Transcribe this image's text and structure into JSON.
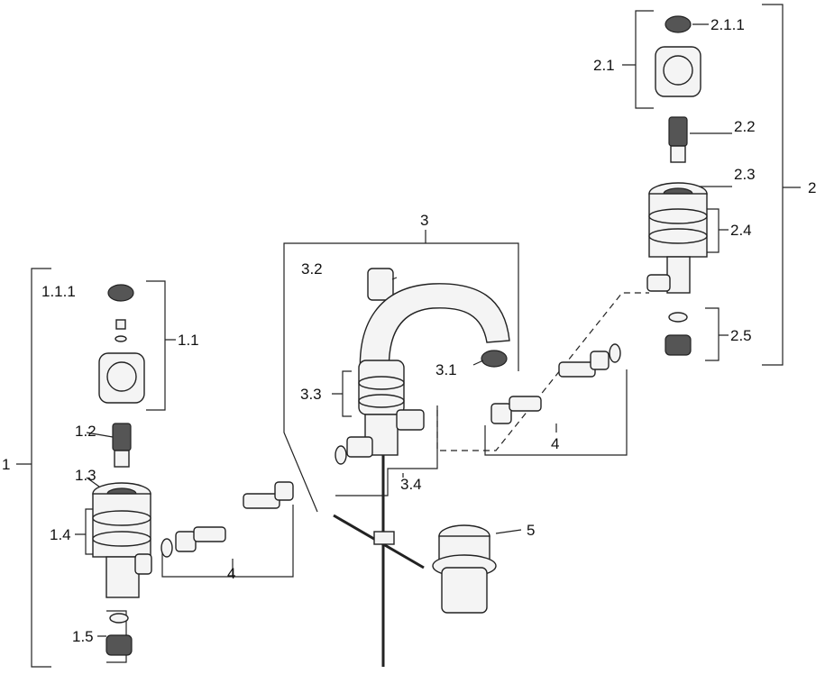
{
  "labels": {
    "l_2_1_1": "2.1.1",
    "l_2_1": "2.1",
    "l_2_2": "2.2",
    "l_2_3": "2.3",
    "l_2": "2",
    "l_2_4": "2.4",
    "l_2_5": "2.5",
    "l_3": "3",
    "l_3_2": "3.2",
    "l_3_1": "3.1",
    "l_3_3": "3.3",
    "l_3_4": "3.4",
    "l_4a": "4",
    "l_5": "5",
    "l_1_1_1": "1.1.1",
    "l_1_1": "1.1",
    "l_1_2": "1.2",
    "l_1_3": "1.3",
    "l_1_4": "1.4",
    "l_1": "1",
    "l_4b": "4",
    "l_1_5": "1.5"
  }
}
